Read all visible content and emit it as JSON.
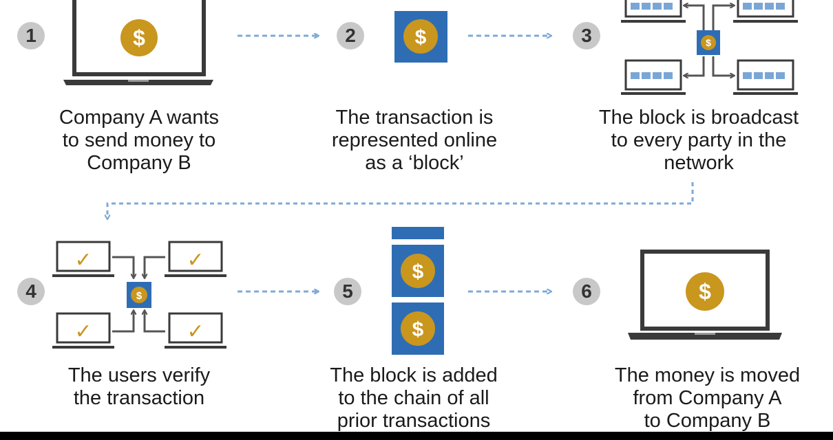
{
  "steps": [
    {
      "number": "1",
      "caption": "Company A wants\nto send money to\nCompany B"
    },
    {
      "number": "2",
      "caption": "The transaction is\nrepresented online\nas a ‘block’"
    },
    {
      "number": "3",
      "caption": "The block is broadcast\nto every party in the\nnetwork"
    },
    {
      "number": "4",
      "caption": "The users verify\nthe transaction"
    },
    {
      "number": "5",
      "caption": "The block is added\nto the chain of all\nprior transactions"
    },
    {
      "number": "6",
      "caption": "The money is moved\nfrom Company A\nto Company B"
    }
  ],
  "currency_symbol": "$",
  "check_symbol": "✓",
  "colors": {
    "gold": "#c9961e",
    "block_blue": "#2e6db4",
    "light_blue": "#7aa6d6",
    "arrow_dash": "#7ea9d7",
    "number_bg": "#c8c8c8",
    "device": "#3a3a3a"
  }
}
